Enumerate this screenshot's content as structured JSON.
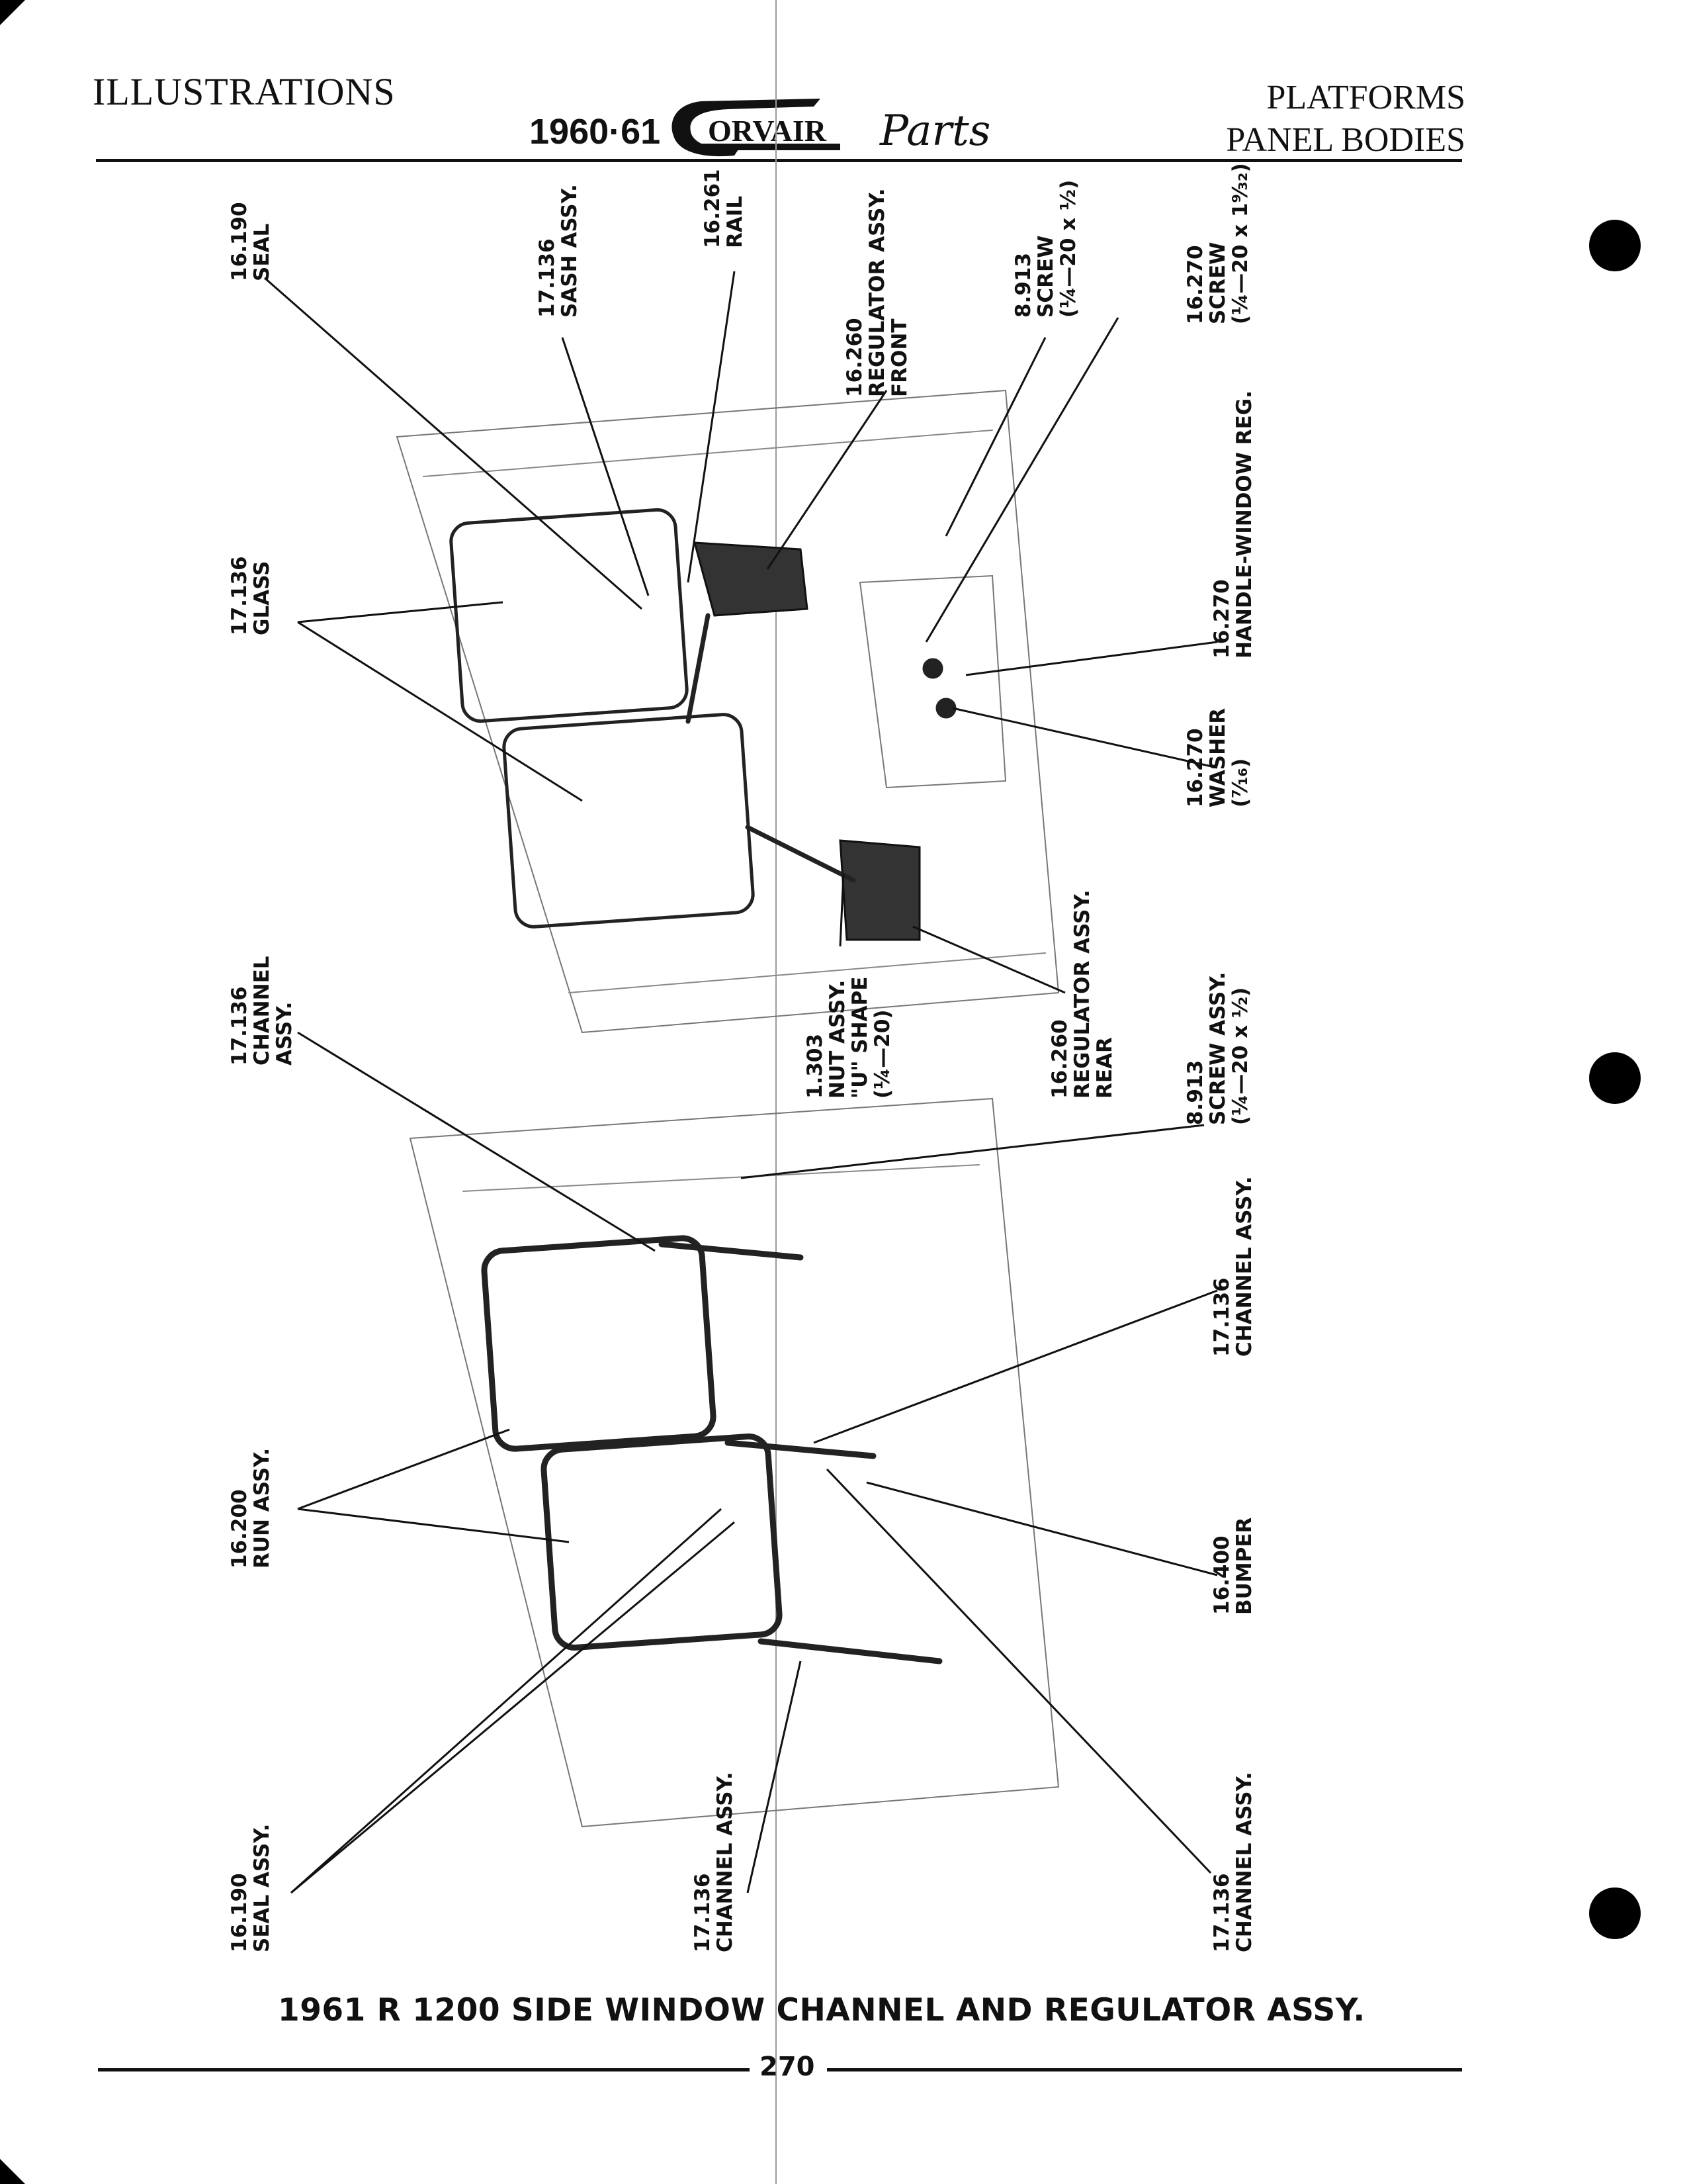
{
  "header": {
    "left": "ILLUSTRATIONS",
    "year": "1960·61",
    "logo_text": "ORVAIR",
    "logo_script": "Parts",
    "right_line1": "PLATFORMS",
    "right_line2": "PANEL BODIES"
  },
  "labels": {
    "l01": "16.190\nSEAL",
    "l02": "17.136\nSASH ASSY.",
    "l03": "16.261\nRAIL",
    "l04": "16.260\nREGULATOR ASSY.\nFRONT",
    "l05": "8.913\nSCREW\n(¼—20 x ½)",
    "l06": "16.270\nSCREW\n(¼—20 x 1⁹⁄₃₂)",
    "l07": "17.136\nGLASS",
    "l08": "16.270\nHANDLE-WINDOW REG.",
    "l09": "16.270\nWASHER\n(⁷⁄₁₆)",
    "l10": "17.136\nCHANNEL\nASSY.",
    "l11": "1.303\nNUT ASSY.\n\"U\" SHAPE\n(¼—20)",
    "l12": "16.260\nREGULATOR ASSY.\nREAR",
    "l13": "8.913\nSCREW ASSY.\n(¼—20 x ½)",
    "l14": "17.136\nCHANNEL ASSY.",
    "l15": "16.200\nRUN ASSY.",
    "l16": "16.400\nBUMPER",
    "l17": "16.190\nSEAL ASSY.",
    "l18": "17.136\nCHANNEL ASSY.",
    "l19": "17.136\nCHANNEL ASSY."
  },
  "caption": "1961 R 1200 SIDE WINDOW CHANNEL AND REGULATOR ASSY.",
  "page_number": "270"
}
